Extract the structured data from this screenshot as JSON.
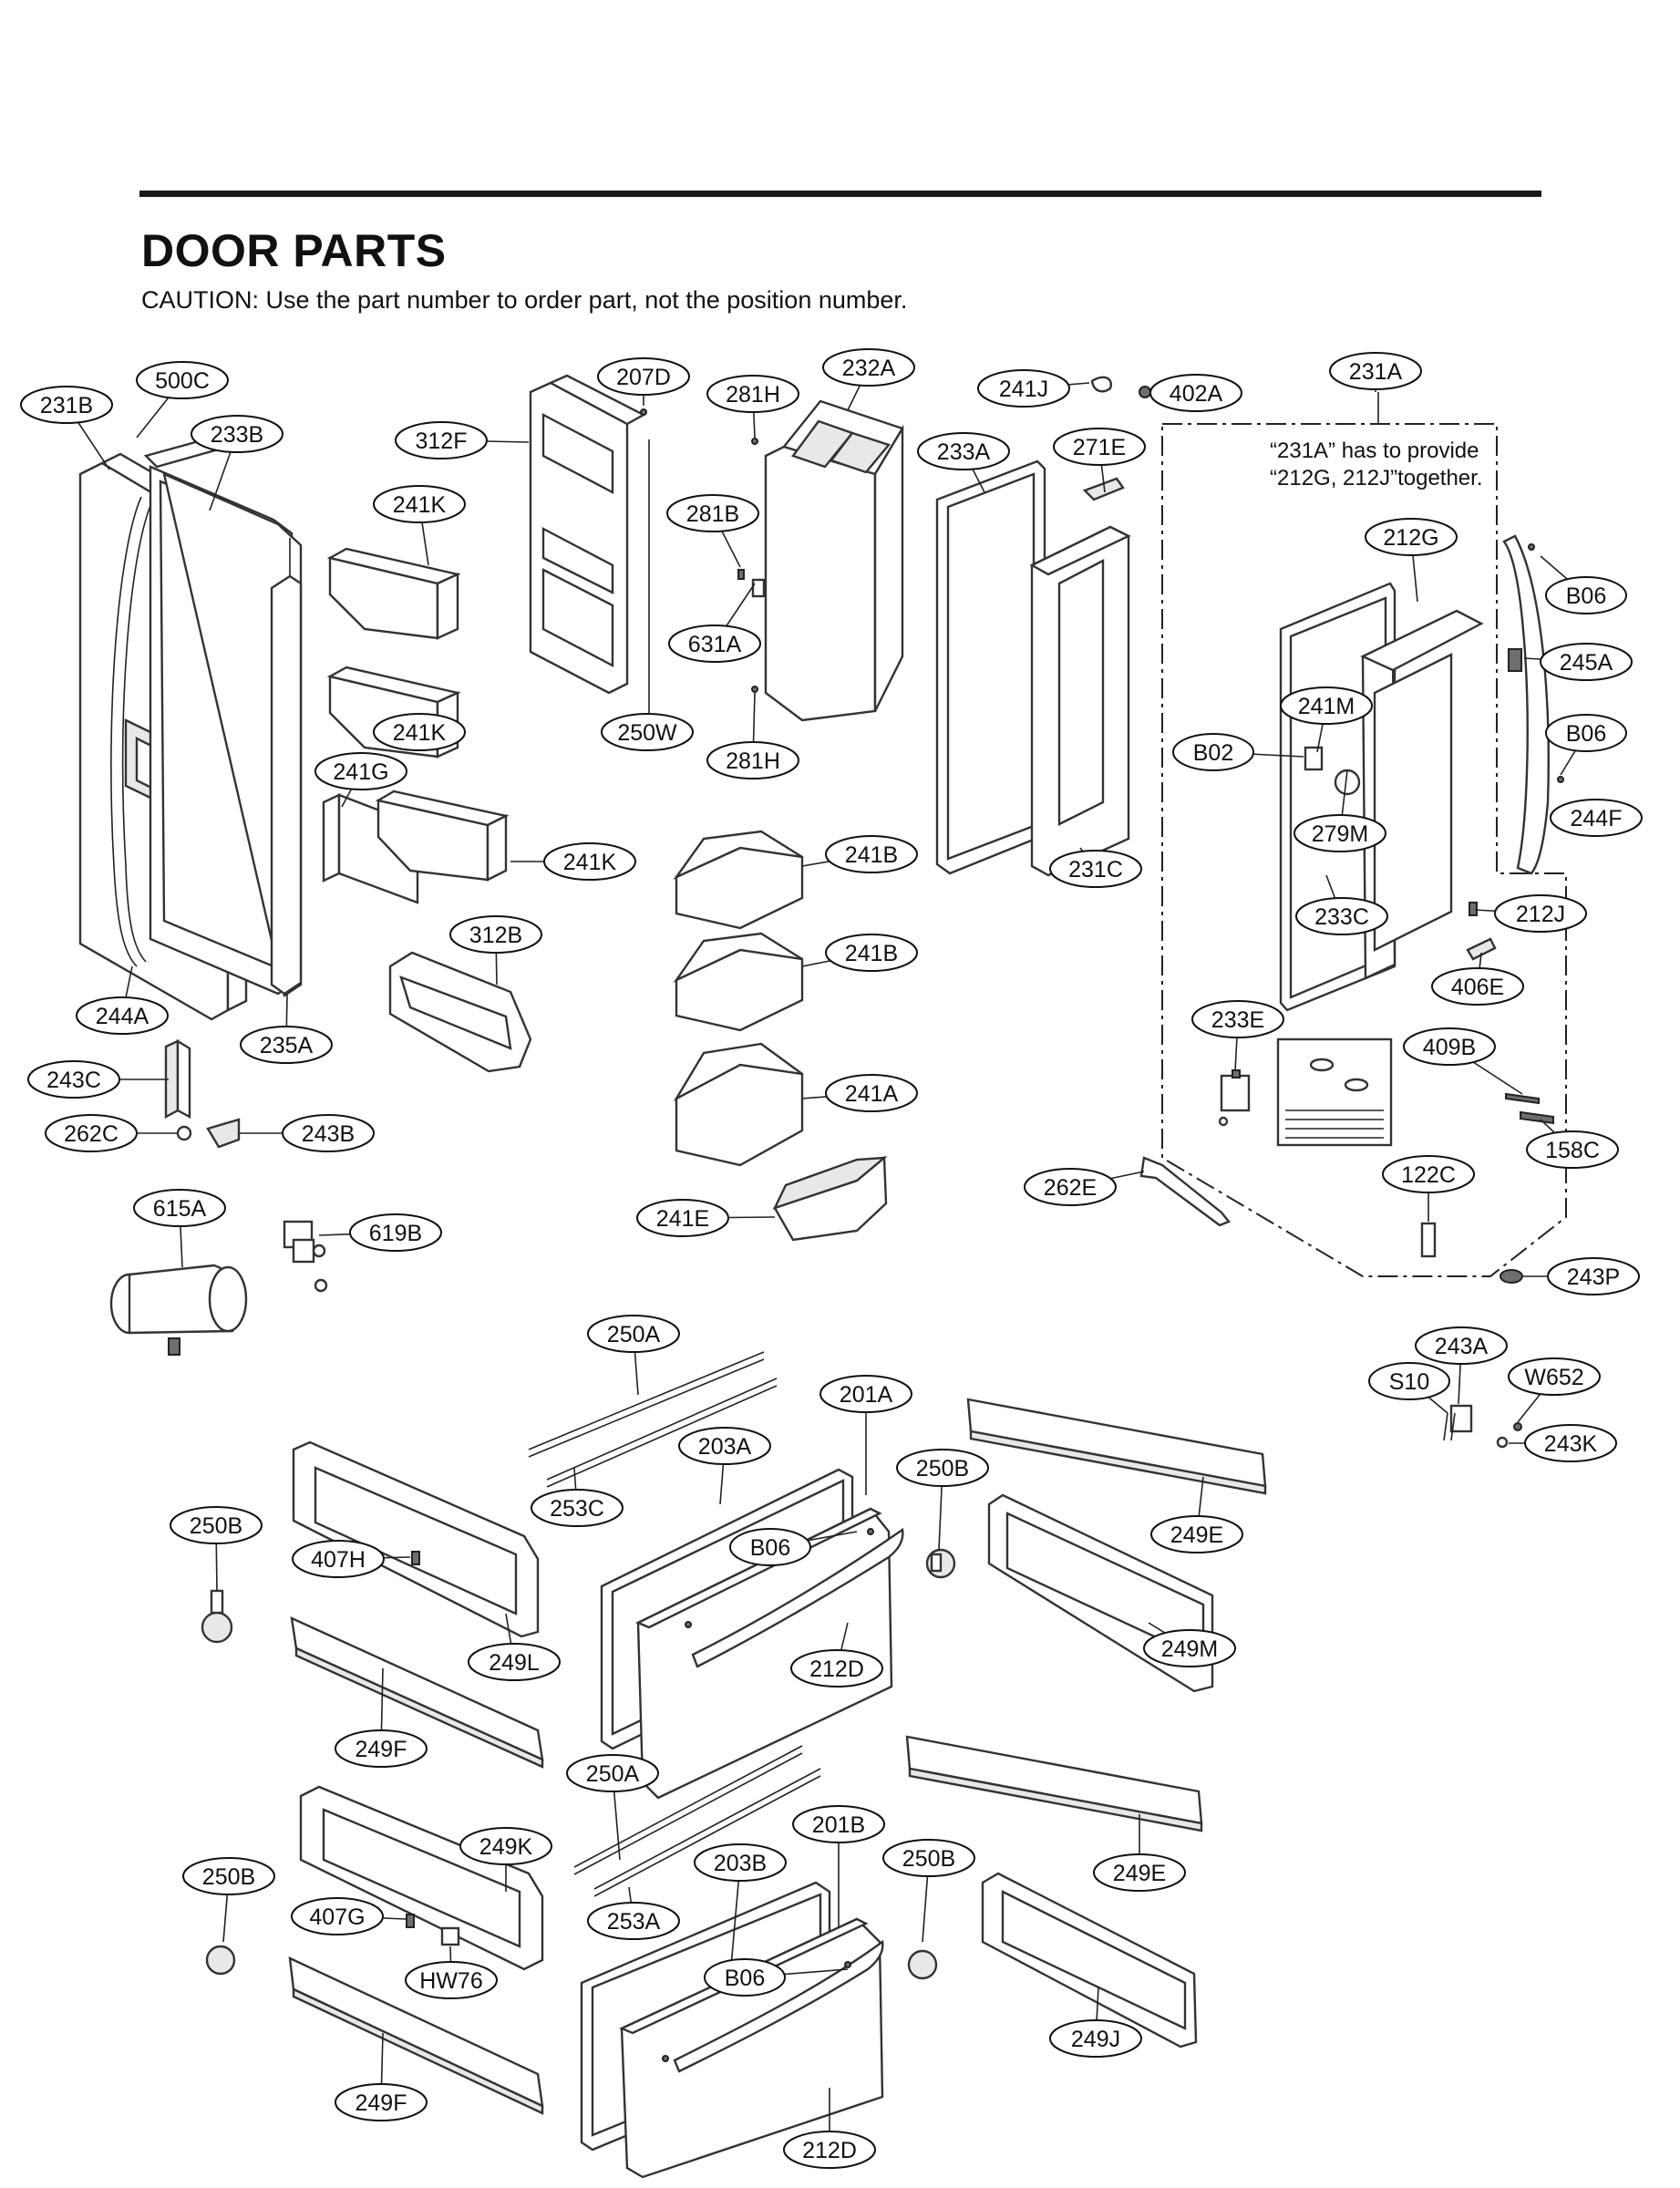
{
  "header": {
    "title": "DOOR PARTS",
    "caution": "CAUTION: Use the part number to order part, not the position number."
  },
  "note": {
    "line1": "“231A” has to provide",
    "line2": "“212G, 212J”together."
  },
  "part_labels": [
    "231B",
    "500C",
    "233B",
    "312F",
    "207D",
    "281H",
    "232A",
    "241J",
    "402A",
    "231A",
    "241K",
    "271E",
    "233A",
    "281B",
    "212G",
    "B06",
    "245A",
    "241K",
    "250W",
    "631A",
    "241M",
    "B06",
    "B02",
    "281H",
    "241G",
    "241K",
    "241B",
    "279M",
    "244F",
    "231C",
    "312B",
    "212J",
    "233C",
    "241B",
    "406E",
    "244A",
    "235A",
    "233E",
    "409B",
    "243C",
    "241A",
    "262C",
    "243B",
    "158C",
    "262E",
    "122C",
    "615A",
    "619B",
    "241E",
    "243P",
    "250A",
    "243A",
    "S10",
    "W652",
    "201A",
    "243K",
    "203A",
    "250B",
    "249E",
    "250B",
    "407H",
    "253C",
    "B06",
    "249M",
    "249L",
    "212D",
    "249F",
    "250A",
    "201B",
    "249E",
    "250B",
    "203B",
    "250B",
    "249K",
    "407G",
    "253A",
    "B06",
    "HW76",
    "249J",
    "249F",
    "212D"
  ]
}
